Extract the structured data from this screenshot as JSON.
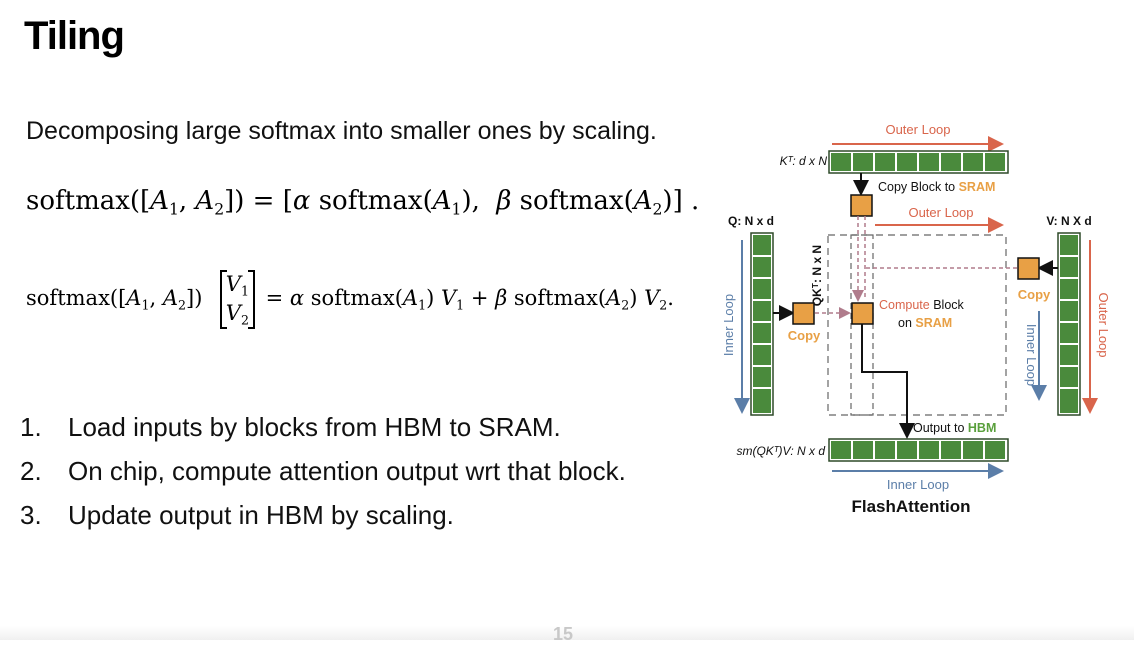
{
  "slide": {
    "title": "Tiling",
    "subtitle": "Decomposing large softmax into smaller ones by scaling.",
    "steps": [
      {
        "num": "1.",
        "text": "Load inputs by blocks from HBM to SRAM."
      },
      {
        "num": "2.",
        "text": "On chip, compute attention output wrt that block."
      },
      {
        "num": "3.",
        "text": "Update output in HBM by scaling."
      }
    ],
    "page_number": "15"
  },
  "equations": {
    "eq1": {
      "lhs_open": "softmax([",
      "a1": "A",
      "a1_sub": "1",
      "sep": ", ",
      "a2": "A",
      "a2_sub": "2",
      "lhs_close": "]) = [",
      "alpha": "α",
      "sm1_open": " softmax(",
      "sm1_arg": "A",
      "sm1_sub": "1",
      "sm1_close": "),  ",
      "beta": "β",
      "sm2_open": " softmax(",
      "sm2_arg": "A",
      "sm2_sub": "2",
      "sm2_close": ")] ."
    },
    "eq2": {
      "lhs_open": "softmax([",
      "a1": "A",
      "a1_sub": "1",
      "sep": ", ",
      "a2": "A",
      "a2_sub": "2",
      "lhs_close": "])",
      "v1": "V",
      "v1_sub": "1",
      "v2": "V",
      "v2_sub": "2",
      "eq": " = ",
      "alpha": "α",
      "sm1_open": " softmax(",
      "sm1_arg": "A",
      "sm1_sub": "1",
      "sm1_close": ") ",
      "v1b": "V",
      "v1b_sub": "1",
      "plus": " + ",
      "beta": "β",
      "sm2_open": " softmax(",
      "sm2_arg": "A",
      "sm2_sub": "2",
      "sm2_close": ") ",
      "v2b": "V",
      "v2b_sub": "2",
      "end": "."
    }
  },
  "diagram": {
    "caption": "FlashAttention",
    "kt_label": "Kᵀ: d x N",
    "q_label": "Q: N x d",
    "v_label": "V: N X d",
    "qkt_label": "QKᵀ: N x N",
    "out_label": "sm(QKᵀ)V: N x d",
    "outer_loop_top": "Outer Loop",
    "outer_loop_mid": "Outer Loop",
    "outer_loop_right": "Outer Loop",
    "inner_loop_left": "Inner Loop",
    "inner_loop_right": "Inner Loop",
    "inner_loop_bottom": "Inner Loop",
    "copy_block_prefix": "Copy Block to ",
    "copy_block_hl": "SRAM",
    "copy_left": "Copy",
    "copy_right": "Copy",
    "compute_line1_hl": "Compute",
    "compute_line1_rest": " Block",
    "compute_line2_prefix": "on ",
    "compute_line2_hl": "SRAM",
    "output_prefix": "Output to ",
    "output_hl": "HBM",
    "colors": {
      "block_green": "#4a8a3c",
      "block_orange": "#e8a045",
      "loop_red": "#d9654b",
      "loop_blue": "#5b7ea8",
      "hbm_green": "#5aa03c",
      "dashed_pink": "#b07c8c"
    }
  }
}
